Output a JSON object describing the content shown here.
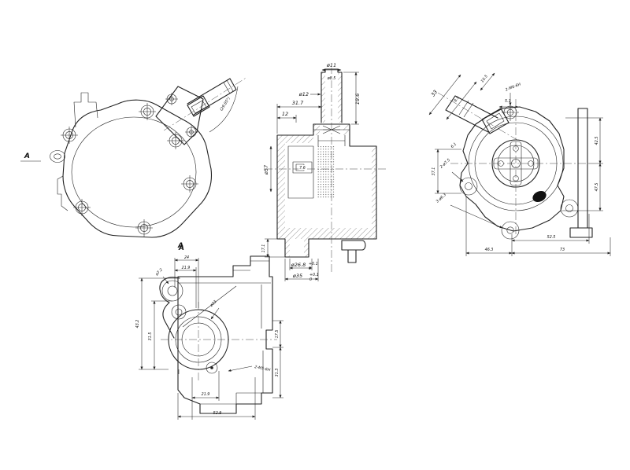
{
  "drawing": {
    "background": "#ffffff",
    "ink": "#1c1c1c"
  },
  "views": {
    "front": {
      "section_letter_left": "A",
      "section_letter_bottom": "A",
      "angle": "(29.85°)"
    },
    "section": {
      "pipe_od": "ø11",
      "pipe_id": "ø8.5",
      "pipe_side": "ø12",
      "pipe_len": "19.6",
      "top_width": "31.7",
      "top_width_small": "12",
      "bore": "ø57",
      "piston": "7.6",
      "tip_height": "17.1",
      "bore_small": "ø26.8",
      "bore_small_tol_up": "+0.1",
      "bore_small_tol_dn": "0",
      "bore_large": "ø35",
      "bore_large_tol_up": "+0.1",
      "bore_large_tol_dn": "0"
    },
    "rear": {
      "pipe_len": "33",
      "pipe_dia": "8.5",
      "boss_offset": "10.5",
      "thread_callout": "2-M6-6H",
      "boss_width": "5.1",
      "small_offset": "6.1",
      "hole_note_1": "2-ø7.5",
      "hole_note_2": "3-ø6.3",
      "left_height": "37.1",
      "right_upper": "42.5",
      "right_lower": "47.5",
      "bottom_left": "46.3",
      "bottom_mid": "52.5",
      "bottom_right": "73"
    },
    "bottom": {
      "view_letter": "A",
      "top_width": "24",
      "top_width_2": "21.9",
      "lug_hole": "ø7.2",
      "bore": "ø23",
      "left_height": "43.2",
      "left_height_2": "31.5",
      "right_height": "17.5",
      "right_height_2": "31.3",
      "bottom_width": "21.9",
      "bottom_width_2": "52.9",
      "thread_callout": "2-M5-6H"
    }
  }
}
